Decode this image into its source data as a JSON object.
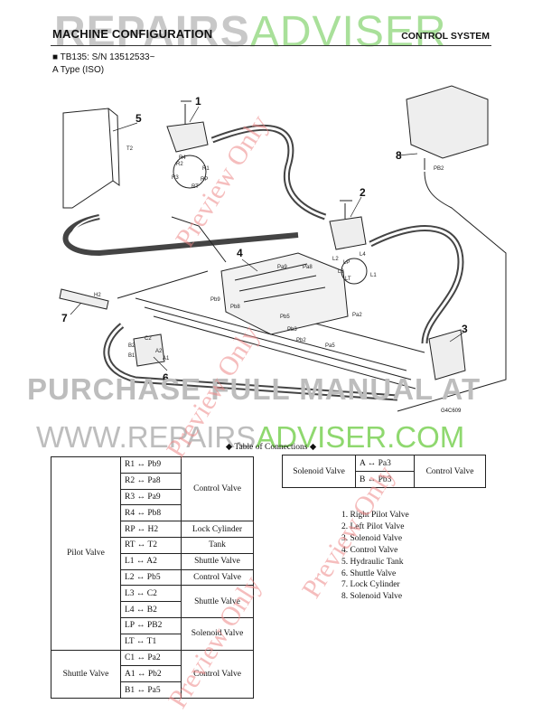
{
  "header": {
    "title": "MACHINE CONFIGURATION",
    "section": "CONTROL SYSTEM",
    "subtitle_1": "■ TB135: S/N 13512533~",
    "subtitle_2": "A Type (ISO)"
  },
  "watermarks": {
    "brand_gray": "REPAIRS",
    "brand_green": "ADVISER",
    "purchase": "PURCHASE FULL MANUAL AT",
    "site_gray": "WWW.REPAIRS",
    "site_green": "ADVISER.COM",
    "preview": "Preview Only"
  },
  "diagram": {
    "code": "G4C609",
    "callouts": [
      "1",
      "2",
      "3",
      "4",
      "5",
      "6",
      "7",
      "8"
    ],
    "port_labels": [
      "R4",
      "R1",
      "R2",
      "R3",
      "RP",
      "RT",
      "T2",
      "H2",
      "L2",
      "L4",
      "LP",
      "L3",
      "LT",
      "L1",
      "Pa9",
      "Pa8",
      "Pb9",
      "Pb8",
      "Pa2",
      "Pb3",
      "Pb2",
      "Pa5",
      "Pb5",
      "B2",
      "A1",
      "A2",
      "B1",
      "C2",
      "PB2"
    ]
  },
  "connections_table": {
    "caption": "◆ Table of Connections ◆",
    "groups": [
      {
        "name": "Pilot Valve",
        "rows": [
          {
            "pair": "R1 ↔ Pb9",
            "dest": "Control Valve",
            "span": 4
          },
          {
            "pair": "R2 ↔ Pa8"
          },
          {
            "pair": "R3 ↔ Pa9"
          },
          {
            "pair": "R4 ↔ Pb8"
          },
          {
            "pair": "RP ↔ H2",
            "dest": "Lock Cylinder",
            "span": 1
          },
          {
            "pair": "RT ↔ T2",
            "dest": "Tank",
            "span": 1
          },
          {
            "pair": "L1 ↔ A2",
            "dest": "Shuttle Valve",
            "span": 1
          },
          {
            "pair": "L2 ↔ Pb5",
            "dest": "Control Valve",
            "span": 1
          },
          {
            "pair": "L3 ↔ C2",
            "dest": "Shuttle Valve",
            "span": 2
          },
          {
            "pair": "L4 ↔ B2"
          },
          {
            "pair": "LP ↔ PB2",
            "dest": "Solenoid Valve",
            "span": 2
          },
          {
            "pair": "LT ↔ T1"
          }
        ]
      },
      {
        "name": "Shuttle Valve",
        "rows": [
          {
            "pair": "C1 ↔ Pa2",
            "dest": "Control Valve",
            "span": 3
          },
          {
            "pair": "A1 ↔ Pb2"
          },
          {
            "pair": "B1 ↔ Pa5"
          }
        ]
      }
    ]
  },
  "solenoid_table": {
    "name": "Solenoid Valve",
    "rows": [
      {
        "pair": "A ↔ Pa3"
      },
      {
        "pair": "B ↔ Pb3"
      }
    ],
    "dest": "Control Valve"
  },
  "legend": [
    "1. Right Pilot Valve",
    "2. Left Pilot Valve",
    "3. Solenoid Valve",
    "4. Control Valve",
    "5. Hydraulic Tank",
    "6. Shuttle Valve",
    "7. Lock Cylinder",
    "8. Solenoid Valve"
  ]
}
